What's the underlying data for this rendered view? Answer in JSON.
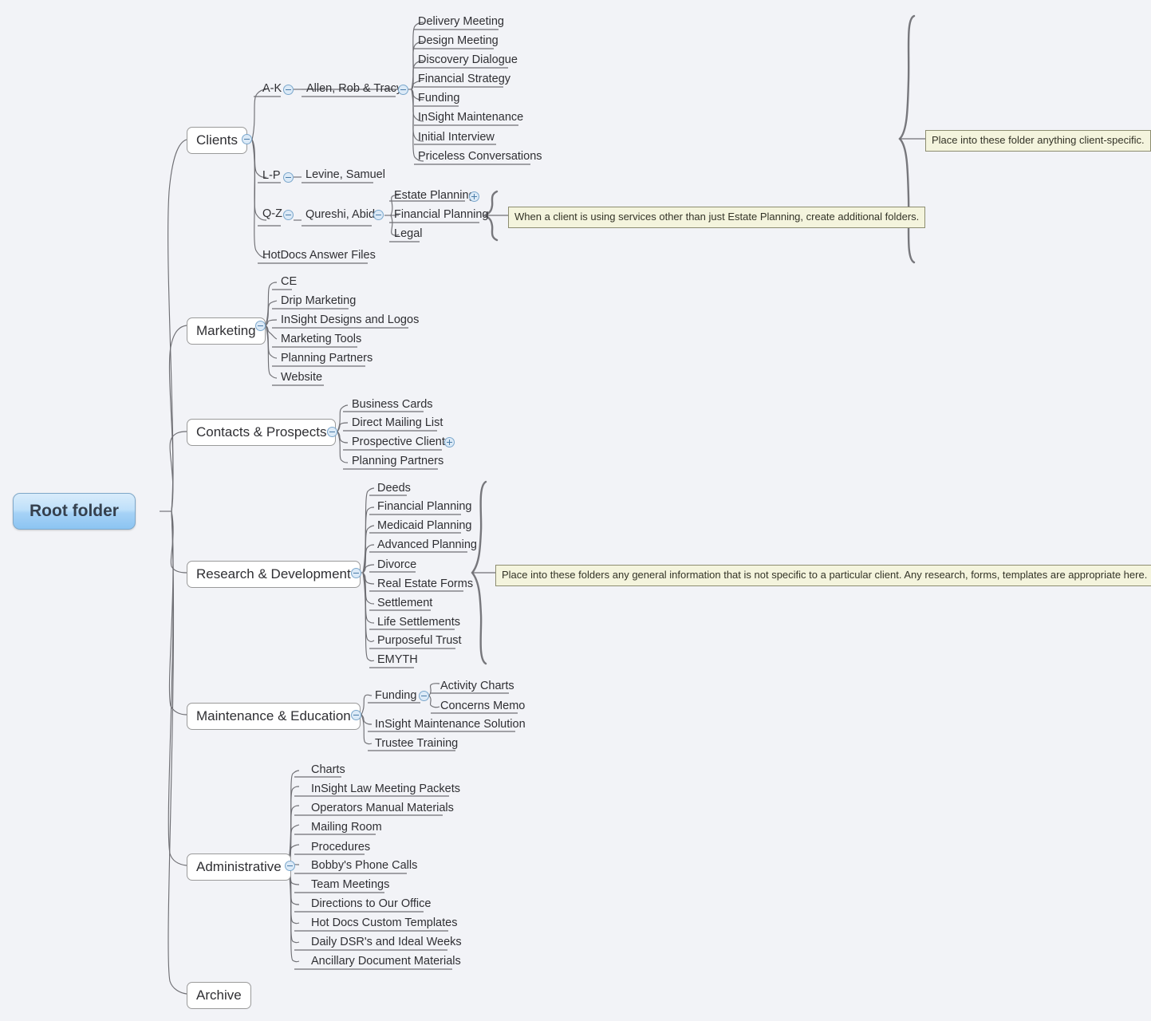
{
  "canvas": {
    "background": "#f2f3f7",
    "accent_blue": "#8cc4f2",
    "note_bg": "#f4f4dd",
    "note_border": "#8d8d70",
    "line_color": "#6f6f74"
  },
  "root": {
    "label": "Root folder"
  },
  "branches": [
    {
      "id": "clients",
      "label": "Clients",
      "toggle": "minus",
      "children": [
        {
          "label": "A-K",
          "toggle": "minus",
          "children": [
            {
              "label": "Allen, Rob & Tracy",
              "toggle": "minus",
              "children": [
                {
                  "label": "Delivery Meeting"
                },
                {
                  "label": "Design Meeting"
                },
                {
                  "label": "Discovery Dialogue"
                },
                {
                  "label": "Financial Strategy"
                },
                {
                  "label": "Funding"
                },
                {
                  "label": "InSight Maintenance"
                },
                {
                  "label": "Initial Interview"
                },
                {
                  "label": "Priceless Conversations"
                }
              ]
            }
          ]
        },
        {
          "label": "L-P",
          "toggle": "minus",
          "children": [
            {
              "label": "Levine, Samuel"
            }
          ]
        },
        {
          "label": "Q-Z",
          "toggle": "minus",
          "children": [
            {
              "label": "Qureshi, Abid",
              "toggle": "minus",
              "children": [
                {
                  "label": "Estate Planning",
                  "toggle": "plus"
                },
                {
                  "label": "Financial Planning"
                },
                {
                  "label": "Legal"
                }
              ]
            }
          ]
        },
        {
          "label": "HotDocs Answer Files"
        }
      ]
    },
    {
      "id": "marketing",
      "label": "Marketing",
      "toggle": "minus",
      "children": [
        {
          "label": "CE"
        },
        {
          "label": "Drip Marketing"
        },
        {
          "label": "InSight Designs and Logos"
        },
        {
          "label": "Marketing Tools"
        },
        {
          "label": "Planning Partners"
        },
        {
          "label": "Website"
        }
      ]
    },
    {
      "id": "contacts",
      "label": "Contacts & Prospects",
      "toggle": "minus",
      "children": [
        {
          "label": "Business Cards"
        },
        {
          "label": "Direct Mailing List"
        },
        {
          "label": "Prospective Clients",
          "toggle": "plus"
        },
        {
          "label": "Planning Partners"
        }
      ]
    },
    {
      "id": "research",
      "label": "Research & Development",
      "toggle": "minus",
      "children": [
        {
          "label": "Deeds"
        },
        {
          "label": "Financial Planning"
        },
        {
          "label": "Medicaid Planning"
        },
        {
          "label": "Advanced Planning"
        },
        {
          "label": "Divorce"
        },
        {
          "label": "Real Estate Forms"
        },
        {
          "label": "Settlement"
        },
        {
          "label": "Life Settlements"
        },
        {
          "label": "Purposeful Trust"
        },
        {
          "label": "EMYTH"
        }
      ]
    },
    {
      "id": "maintenance",
      "label": "Maintenance & Education",
      "toggle": "minus",
      "children": [
        {
          "label": "Funding",
          "toggle": "minus",
          "children": [
            {
              "label": "Activity Charts"
            },
            {
              "label": "Concerns Memo"
            }
          ]
        },
        {
          "label": "InSight Maintenance Solution"
        },
        {
          "label": "Trustee Training"
        }
      ]
    },
    {
      "id": "administrative",
      "label": "Administrative",
      "toggle": "minus",
      "children": [
        {
          "label": "Charts"
        },
        {
          "label": "InSight Law Meeting Packets"
        },
        {
          "label": "Operators Manual Materials"
        },
        {
          "label": "Mailing Room"
        },
        {
          "label": "Procedures"
        },
        {
          "label": "Bobby's Phone Calls"
        },
        {
          "label": "Team Meetings"
        },
        {
          "label": "Directions to Our Office"
        },
        {
          "label": "Hot Docs Custom Templates"
        },
        {
          "label": "Daily DSR's and Ideal Weeks"
        },
        {
          "label": "Ancillary Document Materials"
        }
      ]
    },
    {
      "id": "archive",
      "label": "Archive"
    }
  ],
  "notes": [
    {
      "id": "note-clients",
      "text": "Place into these folder anything client-specific."
    },
    {
      "id": "note-services",
      "text": "When a client is using services other than just Estate Planning, create additional folders."
    },
    {
      "id": "note-research",
      "text": "Place into these folders any general information that is not specific to a particular client. Any research, forms, templates are appropriate here."
    }
  ]
}
